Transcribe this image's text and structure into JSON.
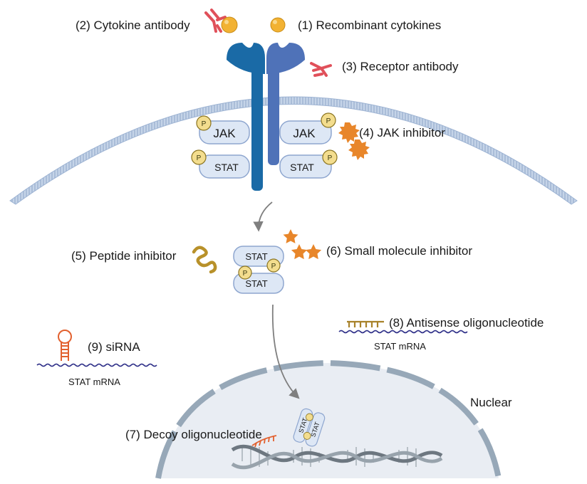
{
  "labels": {
    "recombinant_cytokines": "(1) Recombinant cytokines",
    "cytokine_antibody": "(2) Cytokine antibody",
    "receptor_antibody": "(3) Receptor antibody",
    "jak_inhibitor": "(4) JAK inhibitor",
    "peptide_inhibitor": "(5) Peptide inhibitor",
    "small_molecule_inhibitor": "(6) Small molecule inhibitor",
    "decoy_oligonucleotide": "(7) Decoy oligonucleotide",
    "antisense_oligonucleotide": "(8) Antisense oligonucleotide",
    "sirna": "(9) siRNA",
    "stat_mrna": "STAT mRNA",
    "nuclear": "Nuclear"
  },
  "proteins": {
    "jak": "JAK",
    "stat": "STAT",
    "phospho": "P"
  },
  "colors": {
    "receptor_left": "#1a6aa6",
    "receptor_right": "#4f72b8",
    "protein_fill": "#dde7f5",
    "protein_stroke": "#8ea6cf",
    "phospho_fill": "#f3dd8e",
    "phospho_stroke": "#8a7420",
    "antibody": "#e0505a",
    "cytokine": "#f2b233",
    "inhibitor": "#e8862a",
    "peptide": "#b8912a",
    "membrane": "#a9bfdc",
    "nucleus": "#e9edf3",
    "nuclear_envelope": "#97a8b8",
    "mrna": "#2e2f88",
    "sirna": "#e2602e",
    "arrow": "#7f7f7f"
  }
}
